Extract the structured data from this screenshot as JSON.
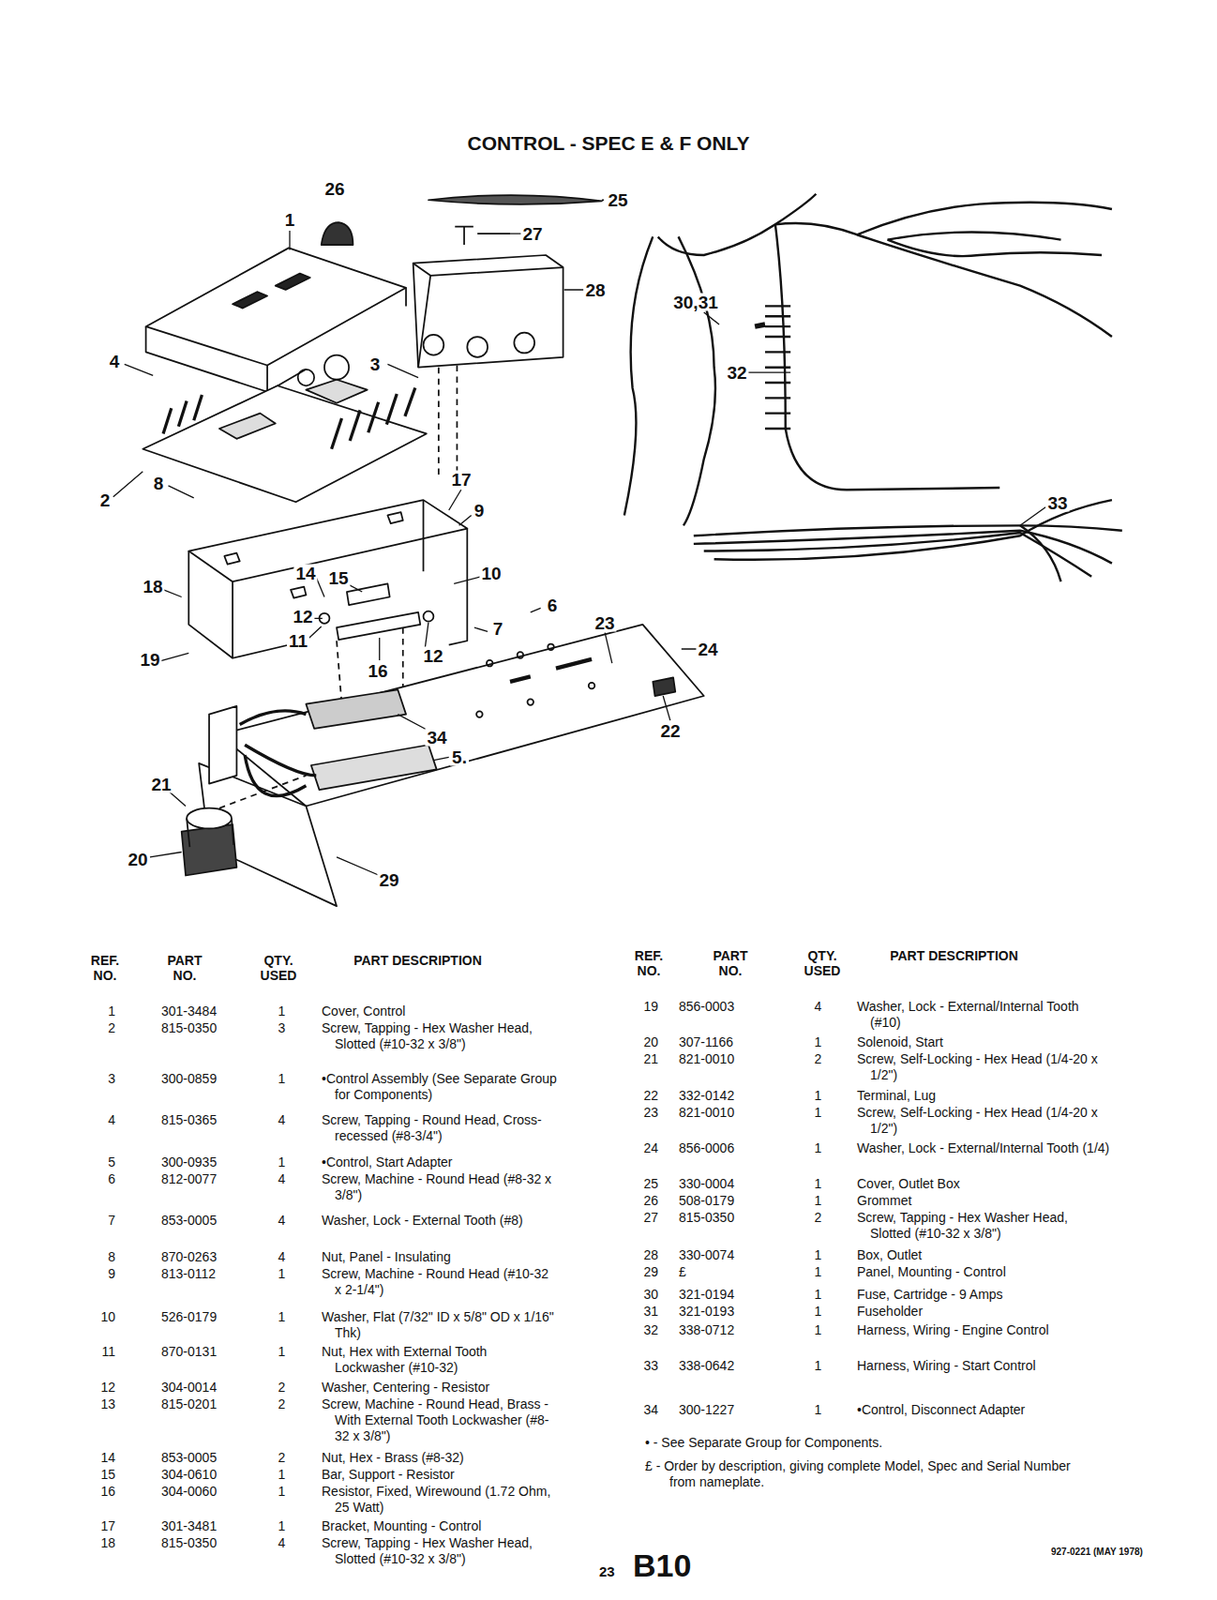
{
  "diagram": {
    "title": "CONTROL - SPEC E & F ONLY",
    "labels": [
      "26",
      "25",
      "27",
      "1",
      "28",
      "30,31",
      "32",
      "4",
      "3",
      "2",
      "8",
      "17",
      "9",
      "33",
      "14",
      "15",
      "10",
      "18",
      "6",
      "12",
      "7",
      "23",
      "24",
      "19",
      "11",
      "12",
      "16",
      "22",
      "34",
      "5.",
      "21",
      "20",
      "29",
      "REF. NO.",
      "PART NO.",
      "QTY. USED",
      "PART DESCRIPTION",
      "REF. NO.",
      "PART NO.",
      "QTY. USED",
      "PART DESCRIPTION",
      "1",
      "301-3484",
      "1",
      "Cover, Control",
      "2",
      "815-0350",
      "3",
      "Screw, Tapping - Hex Washer Head, Slotted (#10-32 x 3/8\")",
      "3",
      "300-0859",
      "1",
      "•Control Assembly (See Separate Group for Components)",
      "4",
      "815-0365",
      "4",
      "Screw, Tapping - Round Head, Cross-recessed (#8-3/4\")",
      "5",
      "300-0935",
      "1",
      "•Control, Start Adapter",
      "6",
      "812-0077",
      "4",
      "Screw, Machine - Round Head (#8-32 x 3/8\")",
      "7",
      "853-0005",
      "4",
      "Washer, Lock - External Tooth (#8)",
      "8",
      "870-0263",
      "4",
      "Nut, Panel - Insulating",
      "9",
      "813-0112",
      "1",
      "Screw, Machine - Round Head (#10-32 x 2-1/4\")",
      "10",
      "526-0179",
      "1",
      "Washer, Flat (7/32\" ID x 5/8\" OD x 1/16\" Thk)",
      "11",
      "870-0131",
      "1",
      "Nut, Hex with External Tooth Lockwasher (#10-32)",
      "12",
      "304-0014",
      "2",
      "Washer, Centering - Resistor",
      "13",
      "815-0201",
      "2",
      "Screw, Machine - Round Head, Brass - With External Tooth Lockwasher (#8-32 x 3/8\")",
      "14",
      "853-0005",
      "2",
      "Nut, Hex - Brass (#8-32)",
      "15",
      "304-0610",
      "1",
      "Bar, Support - Resistor",
      "16",
      "304-0060",
      "1",
      "Resistor, Fixed, Wirewound (1.72 Ohm, 25 Watt)",
      "17",
      "301-3481",
      "1",
      "Bracket, Mounting - Control",
      "18",
      "815-0350",
      "4",
      "Screw, Tapping - Hex Washer Head, Slotted (#10-32 x 3/8\")",
      "19",
      "856-0003",
      "4",
      "Washer, Lock - External/Internal Tooth (#10)",
      "20",
      "307-1166",
      "1",
      "Solenoid, Start",
      "21",
      "821-0010",
      "2",
      "Screw, Self-Locking - Hex Head (1/4-20 x 1/2\")",
      "22",
      "332-0142",
      "1",
      "Terminal, Lug",
      "23",
      "821-0010",
      "1",
      "Screw, Self-Locking - Hex Head (1/4-20 x 1/2\")",
      "24",
      "856-0006",
      "1",
      "Washer, Lock - External/Internal Tooth (1/4)",
      "25",
      "330-0004",
      "1",
      "Cover, Outlet Box",
      "26",
      "508-0179",
      "1",
      "Grommet",
      "27",
      "815-0350",
      "2",
      "Screw, Tapping - Hex Washer Head, Slotted (#10-32 x 3/8\")",
      "28",
      "330-0074",
      "1",
      "Box, Outlet",
      "29",
      "£",
      "1",
      "Panel, Mounting - Control",
      "30",
      "321-0194",
      "1",
      "Fuse, Cartridge - 9 Amps",
      "31",
      "321-0193",
      "1",
      "Fuseholder",
      "32",
      "338-0712",
      "1",
      "Harness, Wiring - Engine Control",
      "33",
      "338-0642",
      "1",
      "Harness, Wiring - Start Control",
      "34",
      "300-1227",
      "1",
      "•Control, Disconnect Adapter",
      "• - See Separate Group for Components.",
      "£ - Order by description, giving complete Model, Spec and Serial Number from nameplate.",
      "927-0221 (MAY 1978)",
      "23",
      "B10"
    ]
  }
}
